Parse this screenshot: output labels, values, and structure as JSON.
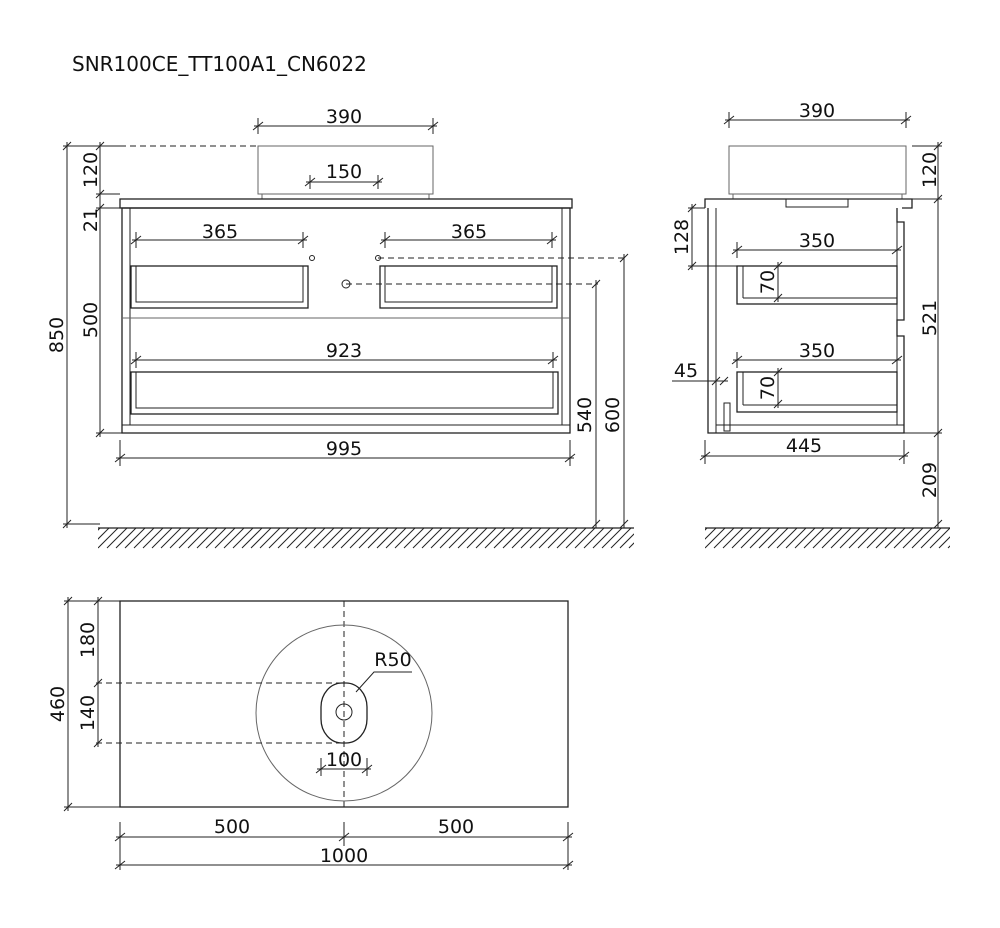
{
  "title": "SNR100CE_TT100A1_CN6022",
  "front": {
    "sink_width": "390",
    "drain_spacing": "150",
    "drawer_top_left": "365",
    "drawer_top_right": "365",
    "drawer_bottom": "923",
    "overall_width": "995",
    "total_height": "850",
    "sink_height": "120",
    "top_thickness": "21",
    "cabinet_height": "500",
    "height_540": "540",
    "height_600": "600"
  },
  "side": {
    "sink_width": "390",
    "sink_height": "120",
    "drawer_upper": "350",
    "drawer_lower": "350",
    "drawer_upper_h": "70",
    "drawer_lower_h": "70",
    "depth": "445",
    "offset_45": "45",
    "top_offset": "128",
    "cabinet_height": "521",
    "leg_height": "209"
  },
  "top": {
    "depth": "460",
    "dim_180": "180",
    "dim_140": "140",
    "radius": "R50",
    "dim_100": "100",
    "half_left": "500",
    "half_right": "500",
    "overall_width": "1000"
  }
}
